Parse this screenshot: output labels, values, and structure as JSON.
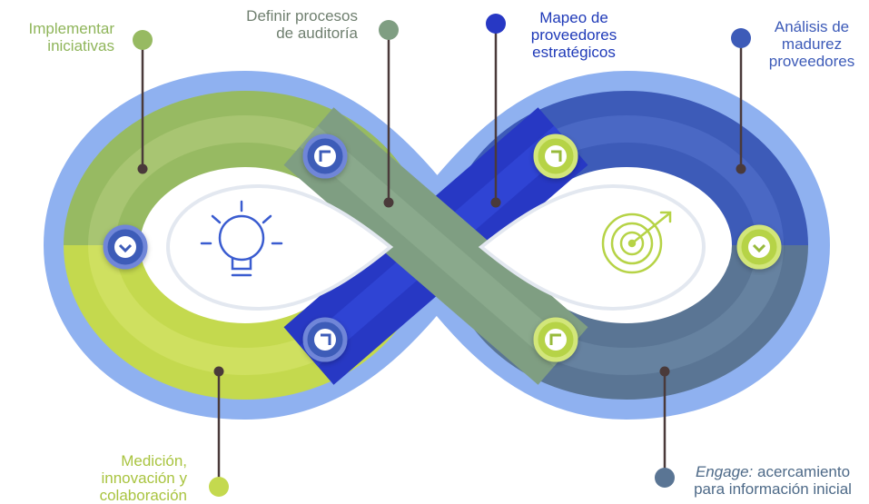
{
  "colors": {
    "light_green": "#c4d94e",
    "olive_green": "#97ba62",
    "sage_green": "#7f9e82",
    "deep_blue": "#2738c4",
    "royal_blue": "#3d5bb8",
    "slate_blue": "#5a7594",
    "outline_blue": "#8fb1f0",
    "connector": "#4a3a3a",
    "icon_blue": "#3a5cd0",
    "icon_green": "#b6d346"
  },
  "stages": [
    {
      "id": "implementar",
      "lines": [
        "Implementar",
        "iniciativas"
      ],
      "color": "#97ba62",
      "text_color": "#8fb55a"
    },
    {
      "id": "definir",
      "lines": [
        "Definir procesos",
        "de auditoría"
      ],
      "color": "#7f9e82",
      "text_color": "#6f7f6f"
    },
    {
      "id": "mapeo",
      "lines": [
        "Mapeo de",
        "proveedores",
        "estratégicos"
      ],
      "color": "#2738c4",
      "text_color": "#1f3ab8"
    },
    {
      "id": "analisis",
      "lines": [
        "Análisis de",
        "madurez",
        "proveedores"
      ],
      "color": "#3d5bb8",
      "text_color": "#3d5bb8"
    },
    {
      "id": "medicion",
      "lines": [
        "Medición,",
        "innovación y",
        "colaboración"
      ],
      "color": "#c4d94e",
      "text_color": "#a9c440"
    },
    {
      "id": "engage",
      "lines_em": "Engage:",
      "lines": [
        " acercamiento",
        "para información inicial"
      ],
      "color": "#5a7594",
      "text_color": "#4e6a88"
    }
  ],
  "icons": [
    "lightbulb-icon",
    "target-icon"
  ]
}
